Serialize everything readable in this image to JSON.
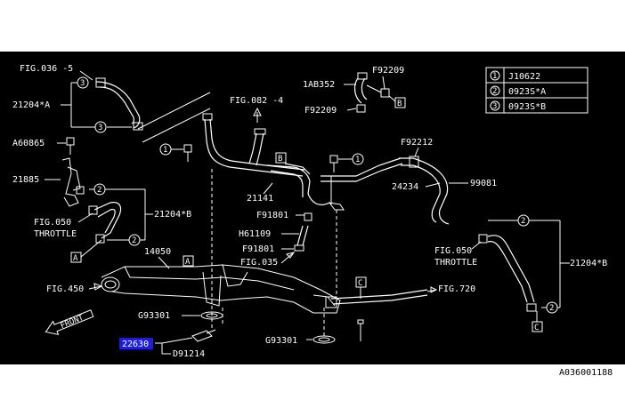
{
  "labels": {
    "fig036": "FIG.036 -5",
    "p21204a": "21204*A",
    "a60865": "A60865",
    "p21885": "21885",
    "fig050_left": "FIG.050",
    "throttle_left": "THROTTLE",
    "p21204b_left": "21204*B",
    "fig082": "FIG.082 -4",
    "p1ab352": "1AB352",
    "f92209_top": "F92209",
    "f92209_bot": "F92209",
    "f92212": "F92212",
    "p24234": "24234",
    "p99081": "99081",
    "p21141": "21141",
    "f91801_a": "F91801",
    "h61109": "H61109",
    "f91801_b": "F91801",
    "fig035": "FIG.035",
    "p14050": "14050",
    "fig450": "FIG.450",
    "g93301_left": "G93301",
    "g93301_right": "G93301",
    "p22630": "22630",
    "d91214": "D91214",
    "front": "FRONT",
    "fig050_right": "FIG.050",
    "throttle_right": "THROTTLE",
    "p21204b_right": "21204*B",
    "fig720": "FIG.720"
  },
  "callouts": {
    "A": "A",
    "B": "B",
    "C": "C",
    "n1": "1",
    "n2": "2",
    "n3": "3"
  },
  "legend": [
    {
      "num": "1",
      "part": "J10622"
    },
    {
      "num": "2",
      "part": "0923S*A"
    },
    {
      "num": "3",
      "part": "0923S*B"
    }
  ],
  "footer_code": "A036001188",
  "colors": {
    "background": "#000000",
    "ink": "#ffffff",
    "highlight": "#1f1fd0"
  }
}
